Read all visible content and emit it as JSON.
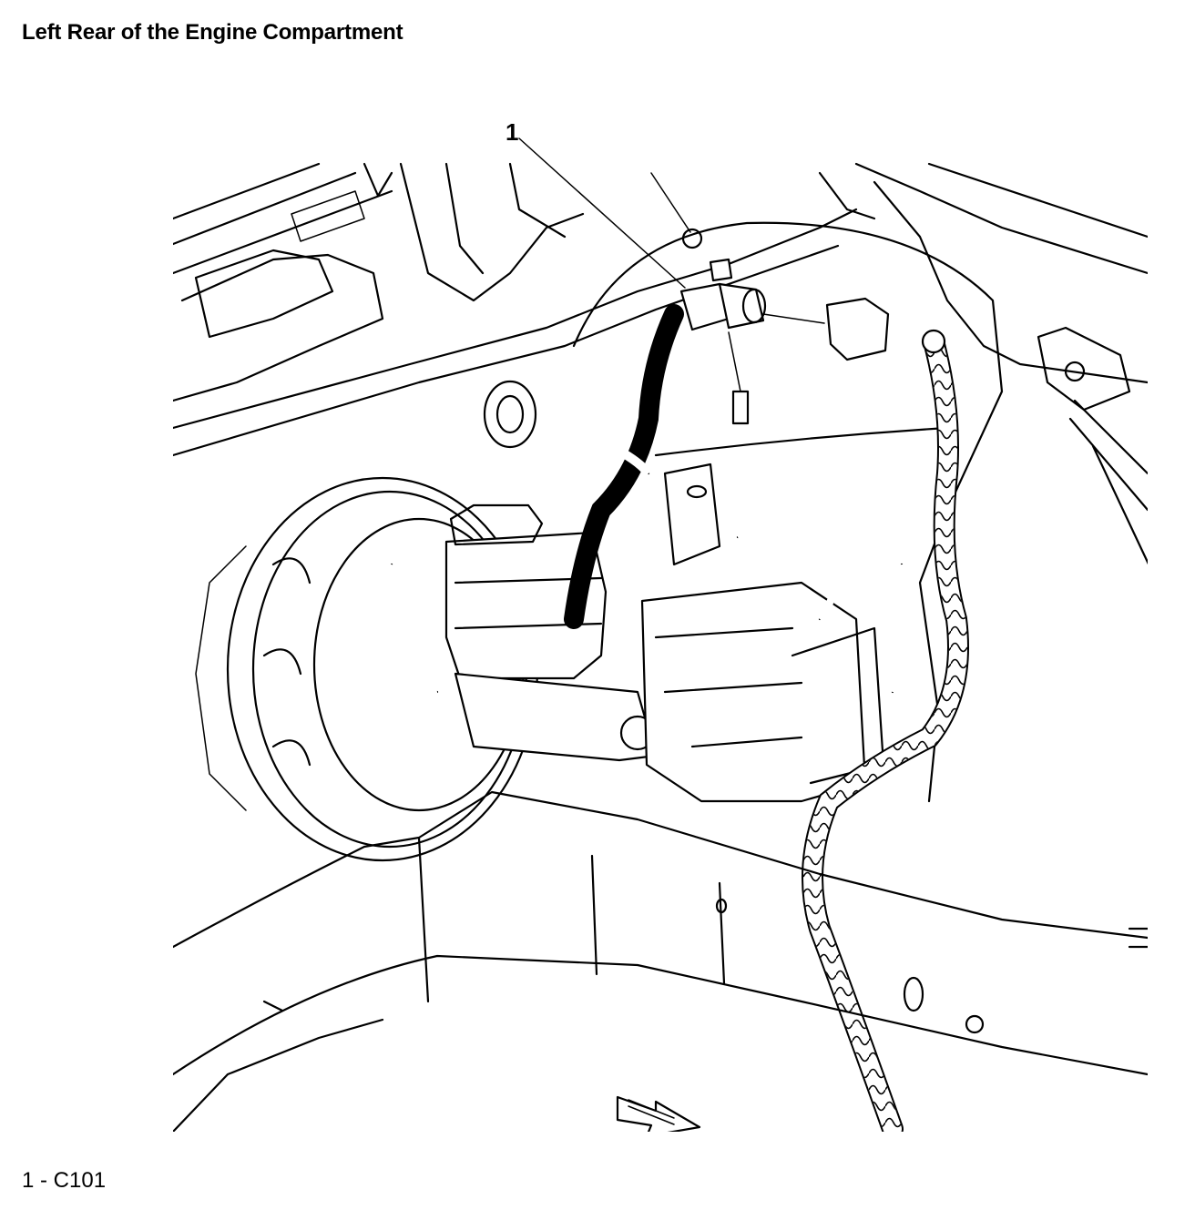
{
  "title": "Left Rear of the Engine Compartment",
  "callouts": [
    {
      "number": "1"
    }
  ],
  "legend": [
    {
      "text": "1 - C101"
    }
  ]
}
